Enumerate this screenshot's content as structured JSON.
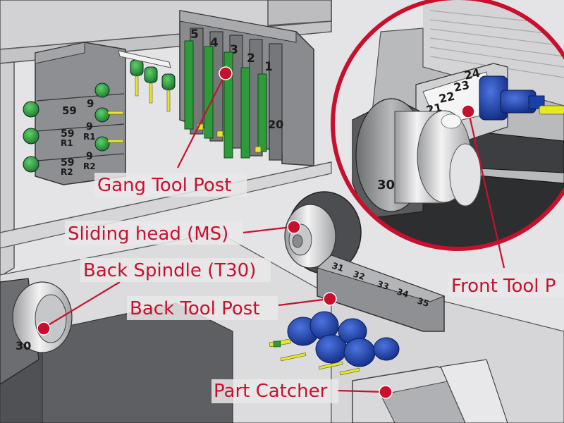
{
  "colors": {
    "callout_red": "#c8102e",
    "machine_grey": "#8c8d90",
    "tool_green": "#2e9b3a",
    "tool_blue": "#1a3fa8",
    "drill_yellow": "#e8e81e"
  },
  "callouts": {
    "gang_tool_post": "Gang Tool Post",
    "sliding_head": "Sliding head (MS)",
    "back_spindle": "Back Spindle (T30)",
    "back_tool_post": "Back Tool Post",
    "part_catcher": "Part Catcher",
    "front_tool_post": "Front Tool P"
  },
  "gang_post": {
    "slot_numbers": [
      "5",
      "4",
      "3",
      "2",
      "1",
      "20"
    ],
    "side_tools": [
      {
        "left": "59",
        "right": "9"
      },
      {
        "left": "59​ R1",
        "right": "9​ R1"
      },
      {
        "left": "59​ R2",
        "right": "9​ R2"
      }
    ]
  },
  "front_post": {
    "station_numbers": [
      "24",
      "23",
      "22",
      "21"
    ],
    "spindle_label": "30"
  },
  "back_post": {
    "station_numbers": [
      "31",
      "32",
      "33",
      "34",
      "35"
    ]
  },
  "back_spindle": {
    "label": "30"
  }
}
